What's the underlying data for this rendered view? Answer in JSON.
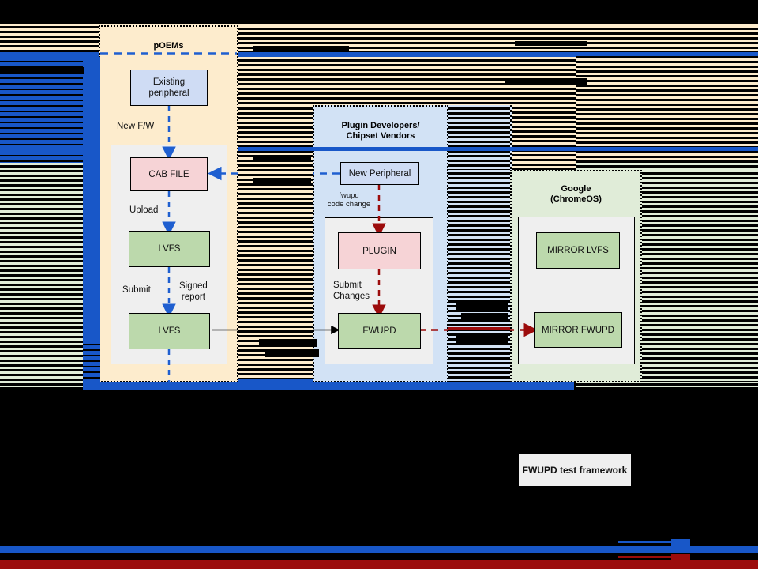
{
  "diagram": {
    "containers": [
      {
        "id": "poems",
        "title": "pOEMs"
      },
      {
        "id": "plugin",
        "title_line1": "Plugin Developers/",
        "title_line2": "Chipset Vendors"
      },
      {
        "id": "google",
        "title_line1": "Google",
        "title_line2": "(ChromeOS)"
      }
    ],
    "nodes": {
      "existing_peripheral_line1": "Existing",
      "existing_peripheral_line2": "peripheral",
      "cab_file": "CAB FILE",
      "lvfs_upload": "LVFS",
      "lvfs_submit": "LVFS",
      "new_peripheral": "New Peripheral",
      "plugin": "PLUGIN",
      "fwupd": "FWUPD",
      "mirror_lvfs": "MIRROR LVFS",
      "mirror_fwupd": "MIRROR FWUPD",
      "test_framework": "FWUPD test framework"
    },
    "edge_labels": {
      "new_fw": "New F/W",
      "upload": "Upload",
      "submit": "Submit",
      "signed_report_line1": "Signed",
      "signed_report_line2": "report",
      "fwupd_code_change_line1": "fwupd",
      "fwupd_code_change_line2": "code change",
      "submit_changes_line1": "Submit",
      "submit_changes_line2": "Changes"
    },
    "colors": {
      "poems_fill": "#fdeccd",
      "plugin_fill": "#d2e2f5",
      "google_fill": "#e0ecd8",
      "panel_fill": "#efefef",
      "node_blue": "#cfdcf4",
      "node_pink": "#f6d3d6",
      "node_green": "#bcd9ac",
      "arrow_blue": "#1f5fd0",
      "arrow_red": "#9c0c0c",
      "arrow_black": "#000000"
    }
  }
}
